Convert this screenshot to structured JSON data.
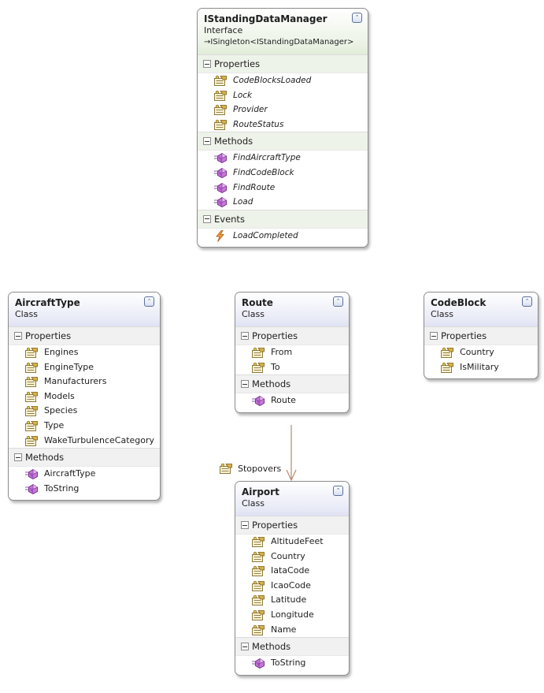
{
  "shapes": [
    {
      "id": "istandingdatamanager",
      "kind": "interface",
      "title": "IStandingDataManager",
      "stereotype": "Interface",
      "inherits": "→ISingleton<IStandingDataManager>",
      "sections": [
        {
          "label": "Properties",
          "members": [
            {
              "name": "CodeBlocksLoaded",
              "icon": "property-icon"
            },
            {
              "name": "Lock",
              "icon": "property-icon"
            },
            {
              "name": "Provider",
              "icon": "property-icon"
            },
            {
              "name": "RouteStatus",
              "icon": "property-icon"
            }
          ]
        },
        {
          "label": "Methods",
          "members": [
            {
              "name": "FindAircraftType",
              "icon": "method-icon"
            },
            {
              "name": "FindCodeBlock",
              "icon": "method-icon"
            },
            {
              "name": "FindRoute",
              "icon": "method-icon"
            },
            {
              "name": "Load",
              "icon": "method-icon"
            }
          ]
        },
        {
          "label": "Events",
          "members": [
            {
              "name": "LoadCompleted",
              "icon": "event-icon"
            }
          ]
        }
      ]
    },
    {
      "id": "aircrafttype",
      "kind": "class",
      "title": "AircraftType",
      "stereotype": "Class",
      "sections": [
        {
          "label": "Properties",
          "members": [
            {
              "name": "Engines",
              "icon": "property-icon"
            },
            {
              "name": "EngineType",
              "icon": "property-icon"
            },
            {
              "name": "Manufacturers",
              "icon": "property-icon"
            },
            {
              "name": "Models",
              "icon": "property-icon"
            },
            {
              "name": "Species",
              "icon": "property-icon"
            },
            {
              "name": "Type",
              "icon": "property-icon"
            },
            {
              "name": "WakeTurbulenceCategory",
              "icon": "property-icon"
            }
          ]
        },
        {
          "label": "Methods",
          "members": [
            {
              "name": "AircraftType",
              "icon": "method-icon"
            },
            {
              "name": "ToString",
              "icon": "method-icon"
            }
          ]
        }
      ]
    },
    {
      "id": "route",
      "kind": "class",
      "title": "Route",
      "stereotype": "Class",
      "sections": [
        {
          "label": "Properties",
          "members": [
            {
              "name": "From",
              "icon": "property-icon"
            },
            {
              "name": "To",
              "icon": "property-icon"
            }
          ]
        },
        {
          "label": "Methods",
          "members": [
            {
              "name": "Route",
              "icon": "method-icon"
            }
          ]
        }
      ]
    },
    {
      "id": "codeblock",
      "kind": "class",
      "title": "CodeBlock",
      "stereotype": "Class",
      "sections": [
        {
          "label": "Properties",
          "members": [
            {
              "name": "Country",
              "icon": "property-icon"
            },
            {
              "name": "IsMilitary",
              "icon": "property-icon"
            }
          ]
        }
      ]
    },
    {
      "id": "airport",
      "kind": "class",
      "title": "Airport",
      "stereotype": "Class",
      "sections": [
        {
          "label": "Properties",
          "members": [
            {
              "name": "AltitudeFeet",
              "icon": "property-icon"
            },
            {
              "name": "Country",
              "icon": "property-icon"
            },
            {
              "name": "IataCode",
              "icon": "property-icon"
            },
            {
              "name": "IcaoCode",
              "icon": "property-icon"
            },
            {
              "name": "Latitude",
              "icon": "property-icon"
            },
            {
              "name": "Longitude",
              "icon": "property-icon"
            },
            {
              "name": "Name",
              "icon": "property-icon"
            }
          ]
        },
        {
          "label": "Methods",
          "members": [
            {
              "name": "ToString",
              "icon": "method-icon"
            }
          ]
        }
      ]
    }
  ],
  "association": {
    "from": "route",
    "to": "airport",
    "label": "Stopovers",
    "icon": "property-icon",
    "color": "#b98a6c"
  },
  "colors": {
    "interface_header": "#e1ecd8",
    "class_header": "#dfe2f3",
    "border": "#8c8c8c"
  }
}
